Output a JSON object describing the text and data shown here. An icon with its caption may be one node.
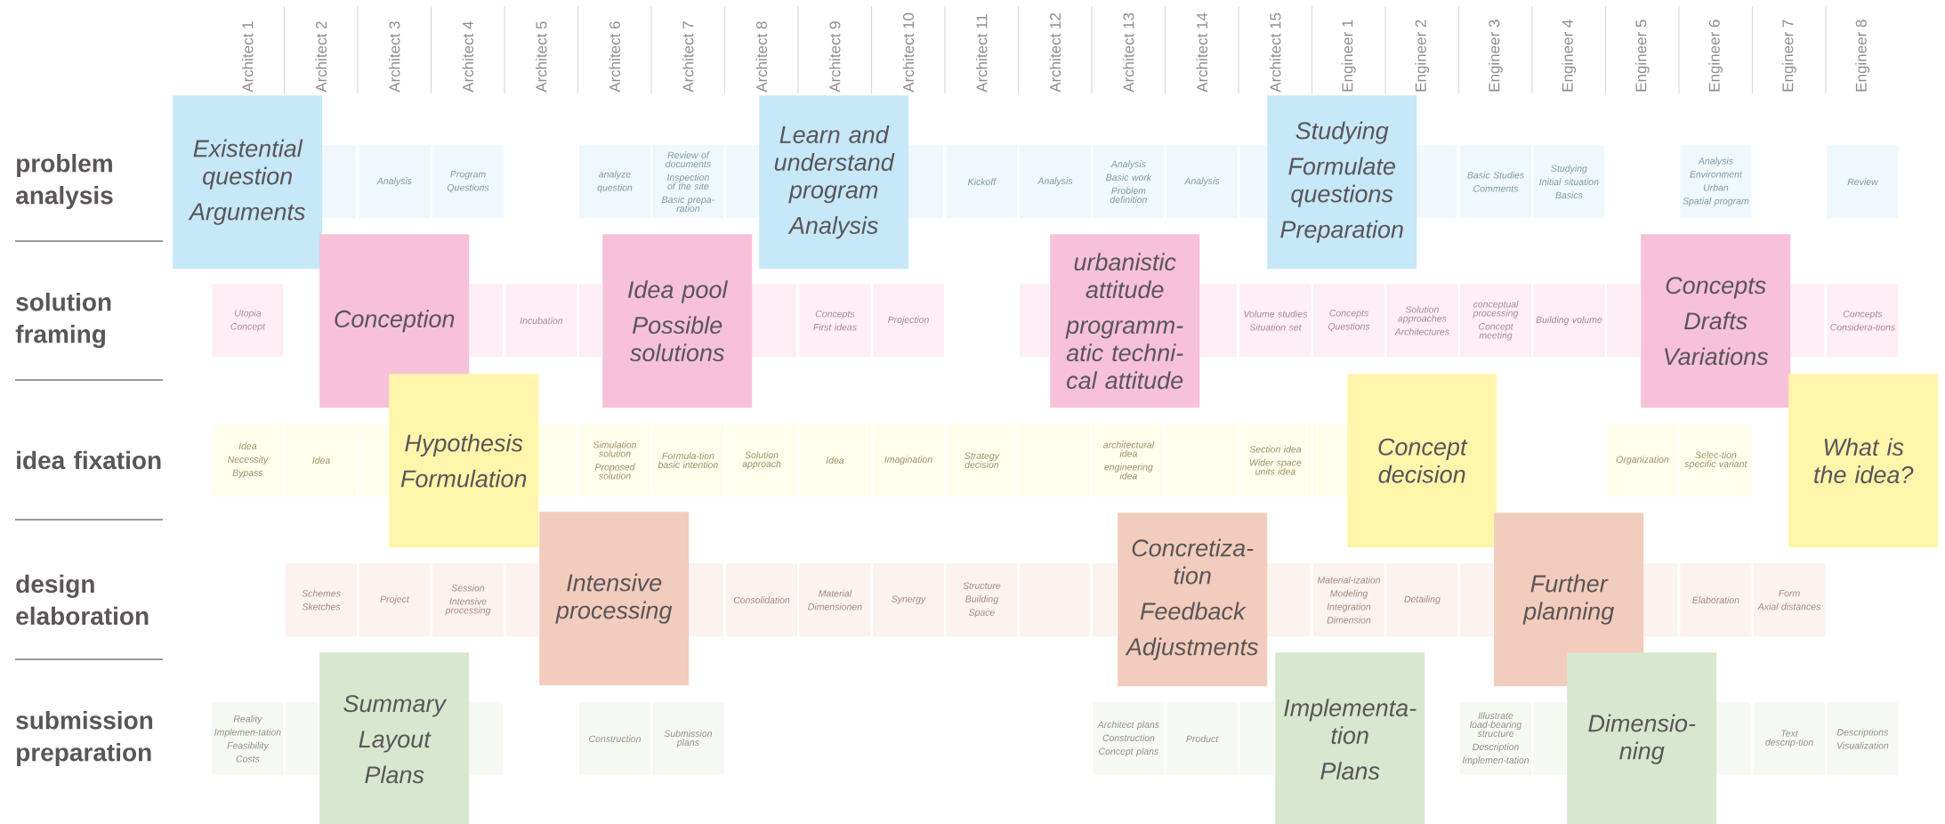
{
  "diagram": {
    "nodes": [
      {
        "text": [],
        "shape": "box"
      },
      {
        "text": [
          "Analysis"
        ]
      },
      {
        "text": [
          "Program",
          "Questions"
        ]
      },
      {
        "text": [
          "analyze",
          "question"
        ]
      },
      {
        "text": [
          "Review of documents",
          "Inspection of the site",
          "Basic prepa-ration"
        ]
      },
      {
        "text": [],
        "shape": "box"
      },
      {
        "text": [],
        "shape": "box"
      },
      {
        "text": [
          "Kickoff"
        ]
      },
      {
        "text": [
          "Analysis"
        ]
      },
      {
        "text": [
          "Analysis",
          "Basic work",
          "Problem definition"
        ]
      },
      {
        "text": [
          "Analysis"
        ]
      },
      {
        "text": [],
        "shape": "box"
      },
      {
        "text": [],
        "shape": "box"
      },
      {
        "text": [
          "Basic Studies",
          "Comments"
        ]
      },
      {
        "text": [
          "Studying",
          "Initial situation",
          "Basics"
        ]
      },
      {
        "text": [
          "Analysis",
          "Environment",
          "Urban",
          "Spatial program"
        ]
      },
      {
        "text": [
          "Review"
        ]
      },
      {
        "text": [
          "Utopia",
          "Concept"
        ]
      },
      {
        "text": [],
        "shape": "box"
      },
      {
        "text": [
          "Incubation"
        ]
      },
      {
        "text": [],
        "shape": "box"
      },
      {
        "text": [],
        "shape": "box"
      },
      {
        "text": [
          "Concepts",
          "First ideas"
        ]
      },
      {
        "text": [
          "Projection"
        ]
      },
      {
        "text": [],
        "shape": "box"
      },
      {
        "text": [],
        "shape": "box"
      },
      {
        "text": [
          "Volume studies",
          "Situation set"
        ]
      },
      {
        "text": [
          "Concepts",
          "Questions"
        ]
      },
      {
        "text": [
          "Solution approaches",
          "Architectures"
        ]
      },
      {
        "text": [
          "conceptual processing",
          "Concept meeting"
        ]
      },
      {
        "text": [
          "Building volume"
        ]
      },
      {
        "text": [],
        "shape": "box"
      },
      {
        "text": [],
        "shape": "box"
      },
      {
        "text": [
          "Concepts",
          "Considera-tions"
        ]
      },
      {
        "text": [
          "Idea",
          "Necessity",
          "Bypass"
        ]
      },
      {
        "text": [
          "Idea"
        ]
      },
      {
        "text": [],
        "shape": "box"
      },
      {
        "text": [],
        "shape": "box"
      },
      {
        "text": [
          "Simulation solution",
          "Proposed solution"
        ]
      },
      {
        "text": [
          "Formula-tion basic intention"
        ]
      },
      {
        "text": [
          "Solution approach"
        ]
      },
      {
        "text": [
          "Idea"
        ]
      },
      {
        "text": [
          "Imagination"
        ]
      },
      {
        "text": [
          "Strategy decision"
        ]
      },
      {
        "text": [],
        "shape": "box"
      },
      {
        "text": [
          "architectural idea",
          "engineering idea"
        ]
      },
      {
        "text": [],
        "shape": "box"
      },
      {
        "text": [
          "Section idea",
          "Wider space units idea"
        ]
      },
      {
        "text": [],
        "shape": "box"
      },
      {
        "text": [
          "Organization"
        ]
      },
      {
        "text": [
          "Selec-tion specific variant"
        ]
      },
      {
        "text": [
          "Schemes",
          "Sketches"
        ]
      },
      {
        "text": [
          "Project"
        ]
      },
      {
        "text": [
          "Session",
          "Intensive processing"
        ]
      },
      {
        "text": [],
        "shape": "box"
      },
      {
        "text": [],
        "shape": "box"
      },
      {
        "text": [
          "Consolidation"
        ]
      },
      {
        "text": [
          "Material",
          "Dimensionen"
        ]
      },
      {
        "text": [
          "Synergy"
        ]
      },
      {
        "text": [
          "Structure",
          "Building",
          "Space"
        ]
      },
      {
        "text": [],
        "shape": "box"
      },
      {
        "text": [],
        "shape": "box"
      },
      {
        "text": [],
        "shape": "box"
      },
      {
        "text": [
          "Material-ization",
          "Modeling",
          "Integration",
          "Dimension"
        ]
      },
      {
        "text": [
          "Detailing"
        ]
      },
      {
        "text": [],
        "shape": "box"
      },
      {
        "text": [],
        "shape": "box"
      },
      {
        "text": [
          "Elaboration"
        ]
      },
      {
        "text": [
          "Form",
          "Axial distances"
        ]
      },
      {
        "text": [
          "Reality",
          "Implemen-tation",
          "Feasibility",
          "Costs"
        ]
      },
      {
        "text": [],
        "shape": "box"
      },
      {
        "text": [],
        "shape": "box"
      },
      {
        "text": [
          "Construction"
        ]
      },
      {
        "text": [
          "Submission plans"
        ]
      },
      {
        "text": [
          "Architect plans",
          "Construction",
          "Concept plans"
        ]
      },
      {
        "text": [
          "Product"
        ]
      },
      {
        "text": [],
        "shape": "box"
      },
      {
        "text": [
          "Illustrate load-bearing structure",
          "Description",
          "Implemen-tation"
        ]
      },
      {
        "text": [],
        "shape": "box"
      },
      {
        "text": [],
        "shape": "box"
      },
      {
        "text": [
          "Text descrip-tion"
        ]
      },
      {
        "text": [
          "Descriptions",
          "Visualization"
        ]
      },
      {
        "text": [
          "Existential question",
          "Arguments"
        ]
      },
      {
        "text": [
          "Learn and understand program",
          "Analysis"
        ]
      },
      {
        "text": [
          "Studying",
          "Formulate questions",
          "Preparation"
        ]
      },
      {
        "text": [
          "Conception"
        ]
      },
      {
        "text": [
          "Idea pool",
          "Possible solutions"
        ]
      },
      {
        "text": [
          "urbanistic attitude",
          "programm-atic techni-cal attitude"
        ]
      },
      {
        "text": [
          "Concepts",
          "Drafts",
          "Variations"
        ]
      },
      {
        "text": [
          "Hypothesis",
          "Formulation"
        ]
      },
      {
        "text": [
          "Concept decision"
        ]
      },
      {
        "text": [
          "What is the idea?"
        ]
      },
      {
        "text": [
          "Intensive processing"
        ]
      },
      {
        "text": [
          "Concretiza-tion",
          "Feedback",
          "Adjustments"
        ]
      },
      {
        "text": [
          "Further planning"
        ]
      },
      {
        "text": [
          "Summary",
          "Layout",
          "Plans"
        ]
      },
      {
        "text": [
          "Implementa-tion",
          "Plans"
        ]
      },
      {
        "text": [
          "Dimensio-ning"
        ]
      }
    ],
    "labels": [
      "Architect 1",
      "Architect 2",
      "Architect 3",
      "Architect 4",
      "Architect 5",
      "Architect 6",
      "Architect 7",
      "Architect 8",
      "Architect 9",
      "Architect 10",
      "Architect 11",
      "Architect 12",
      "Architect 13",
      "Architect 14",
      "Architect 15",
      "Engineer 1",
      "Engineer 2",
      "Engineer 3",
      "Engineer 4",
      "Engineer 5",
      "Engineer 6",
      "Engineer 7",
      "Engineer 8",
      "problem analysis",
      "solution framing",
      "idea fixation",
      "design elaboration",
      "submission preparation"
    ]
  }
}
